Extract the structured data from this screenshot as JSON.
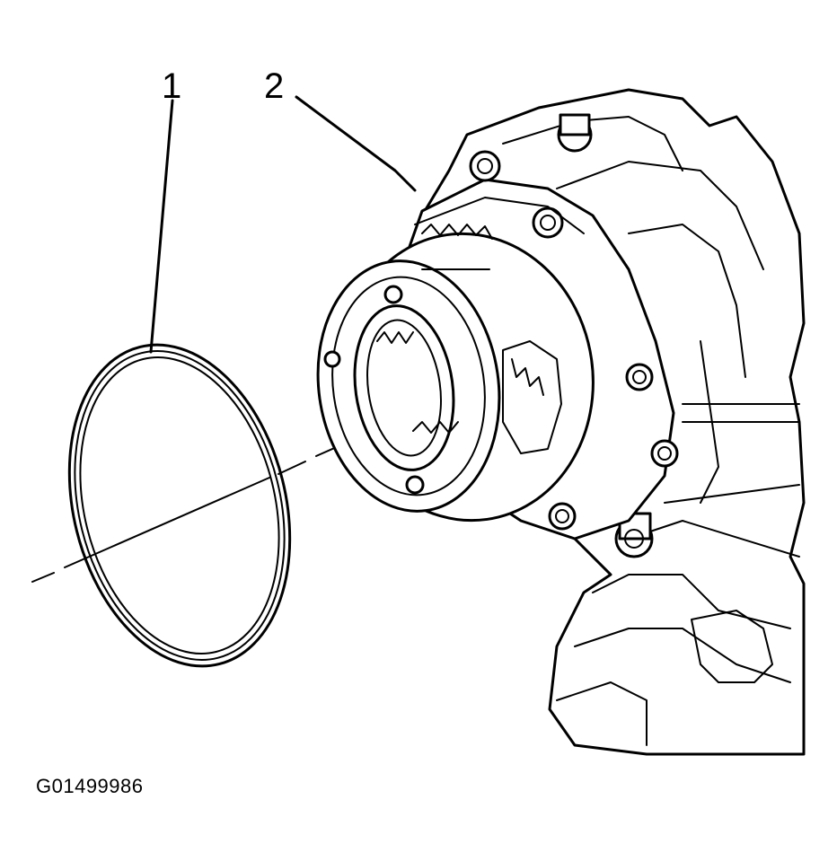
{
  "callouts": {
    "item_1": "1",
    "item_2": "2"
  },
  "figure_id": "G01499986",
  "colors": {
    "ink": "#000000",
    "background": "#ffffff"
  }
}
